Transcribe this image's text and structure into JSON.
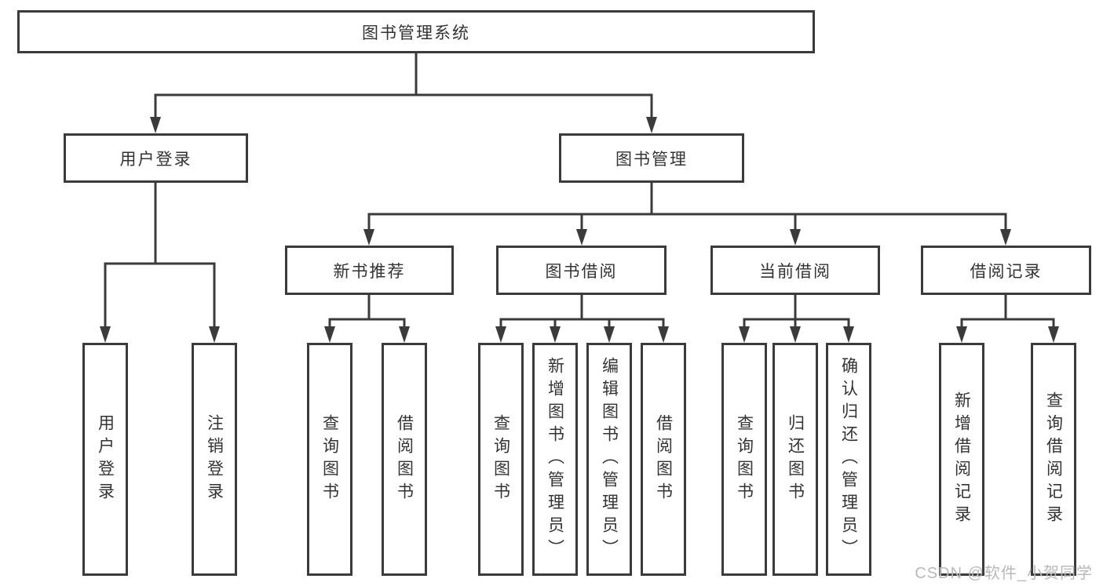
{
  "diagram": {
    "title": "图书管理系统",
    "branches": [
      {
        "label": "用户登录",
        "children": [
          {
            "label": "用户登录"
          },
          {
            "label": "注销登录"
          }
        ]
      },
      {
        "label": "图书管理",
        "children": [
          {
            "label": "新书推荐",
            "children": [
              {
                "label": "查询图书"
              },
              {
                "label": "借阅图书"
              }
            ]
          },
          {
            "label": "图书借阅",
            "children": [
              {
                "label": "查询图书"
              },
              {
                "label": "新增图书（管理员）"
              },
              {
                "label": "编辑图书（管理员）"
              },
              {
                "label": "借阅图书"
              }
            ]
          },
          {
            "label": "当前借阅",
            "children": [
              {
                "label": "查询图书"
              },
              {
                "label": "归还图书"
              },
              {
                "label": "确认归还（管理员）"
              }
            ]
          },
          {
            "label": "借阅记录",
            "children": [
              {
                "label": "新增借阅记录"
              },
              {
                "label": "查询借阅记录"
              }
            ]
          }
        ]
      }
    ]
  },
  "watermark": {
    "text": "CSDN @软件_小贺同学"
  },
  "colors": {
    "line": "#3b3b3b",
    "text": "#333333",
    "box_background": "#ffffff",
    "watermark": "#b9b9b9"
  }
}
